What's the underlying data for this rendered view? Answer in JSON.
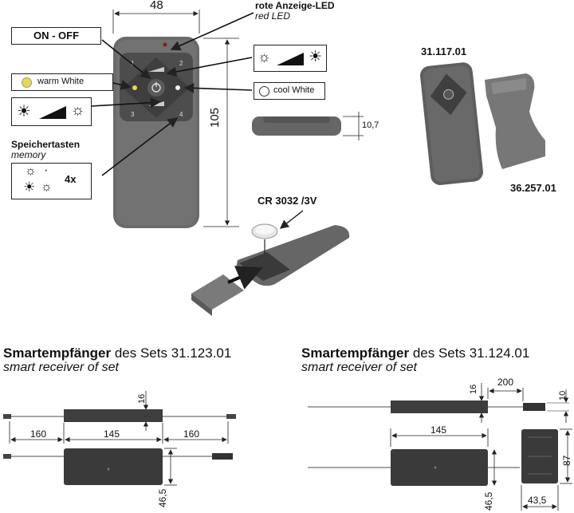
{
  "top": {
    "width_dim": "48",
    "height_dim": "105",
    "thickness_dim": "10,7",
    "led_label": "rote Anzeige-LED",
    "led_label_en": "red LED",
    "on_off": "ON - OFF",
    "warm_white": "warm White",
    "cool_white": "cool White",
    "memory_label": "Speichertasten",
    "memory_label_en": "memory",
    "memory_count": "4x",
    "battery": "CR 3032 /3V",
    "button_numbers": [
      "1",
      "2",
      "3",
      "4"
    ],
    "article_remote": "31.117.01",
    "article_holder": "36.257.01"
  },
  "left_receiver": {
    "title_bold": "Smartempfänger",
    "title_rest": " des Sets 31.123.01",
    "subtitle": "smart receiver of set",
    "dim_height": "16",
    "dim_left": "160",
    "dim_mid": "145",
    "dim_right": "160",
    "dim_depth": "46,5"
  },
  "right_receiver": {
    "title_bold": "Smartempfänger",
    "title_rest": " des Sets 31.124.01",
    "subtitle": "smart receiver of set",
    "dim_height": "16",
    "dim_cable": "200",
    "dim_connector": "10",
    "dim_length": "145",
    "dim_depth": "46,5",
    "dim_conn_height": "87",
    "dim_conn_width": "43,5"
  },
  "colors": {
    "device": "#6b6b6b",
    "device_dark": "#4a4a4a",
    "line": "#222222",
    "warm_dot": "#e8d94a"
  }
}
